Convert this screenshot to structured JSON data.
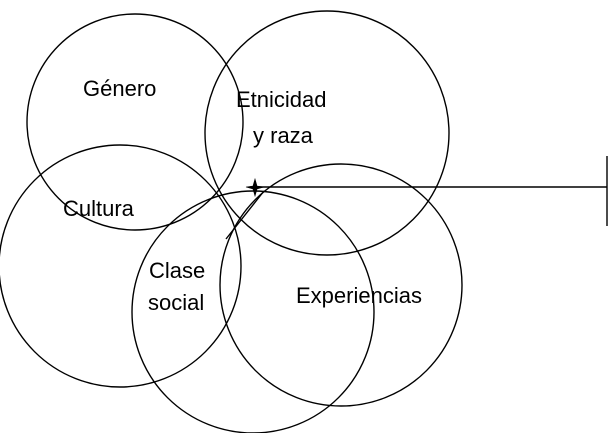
{
  "diagram": {
    "labels": {
      "genero": "Género",
      "etnicidad_line1": "Etnicidad",
      "etnicidad_line2": "y raza",
      "cultura": "Cultura",
      "clase_line1": "Clase",
      "clase_line2": "social",
      "experiencias": "Experiencias"
    },
    "colors": {
      "stroke": "#000000",
      "background": "#ffffff"
    }
  }
}
